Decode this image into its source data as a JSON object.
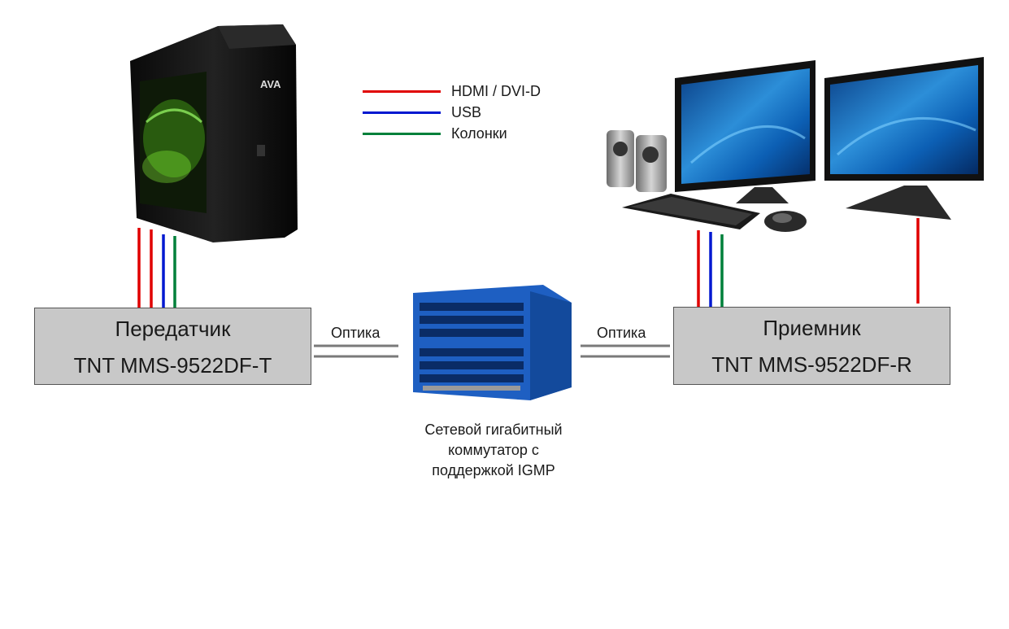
{
  "legend": [
    {
      "label": "HDMI / DVI-D",
      "color": "#e00000"
    },
    {
      "label": "USB",
      "color": "#0018d0"
    },
    {
      "label": "Колонки",
      "color": "#00803a"
    }
  ],
  "transmitter": {
    "title": "Передатчик",
    "model": "TNT MMS-9522DF-T"
  },
  "receiver": {
    "title": "Приемник",
    "model": "TNT MMS-9522DF-R"
  },
  "links": {
    "left_label": "Оптика",
    "right_label": "Оптика"
  },
  "switch": {
    "caption_lines": [
      "Сетевой гигабитный",
      "коммутатор с",
      "поддержкой IGMP"
    ]
  },
  "pc_case": {
    "logo_text": "AVA"
  },
  "colors": {
    "box_fill": "#c8c8c8",
    "fiber": "#7a7a7a",
    "switch_blue": "#1e5fc2"
  }
}
